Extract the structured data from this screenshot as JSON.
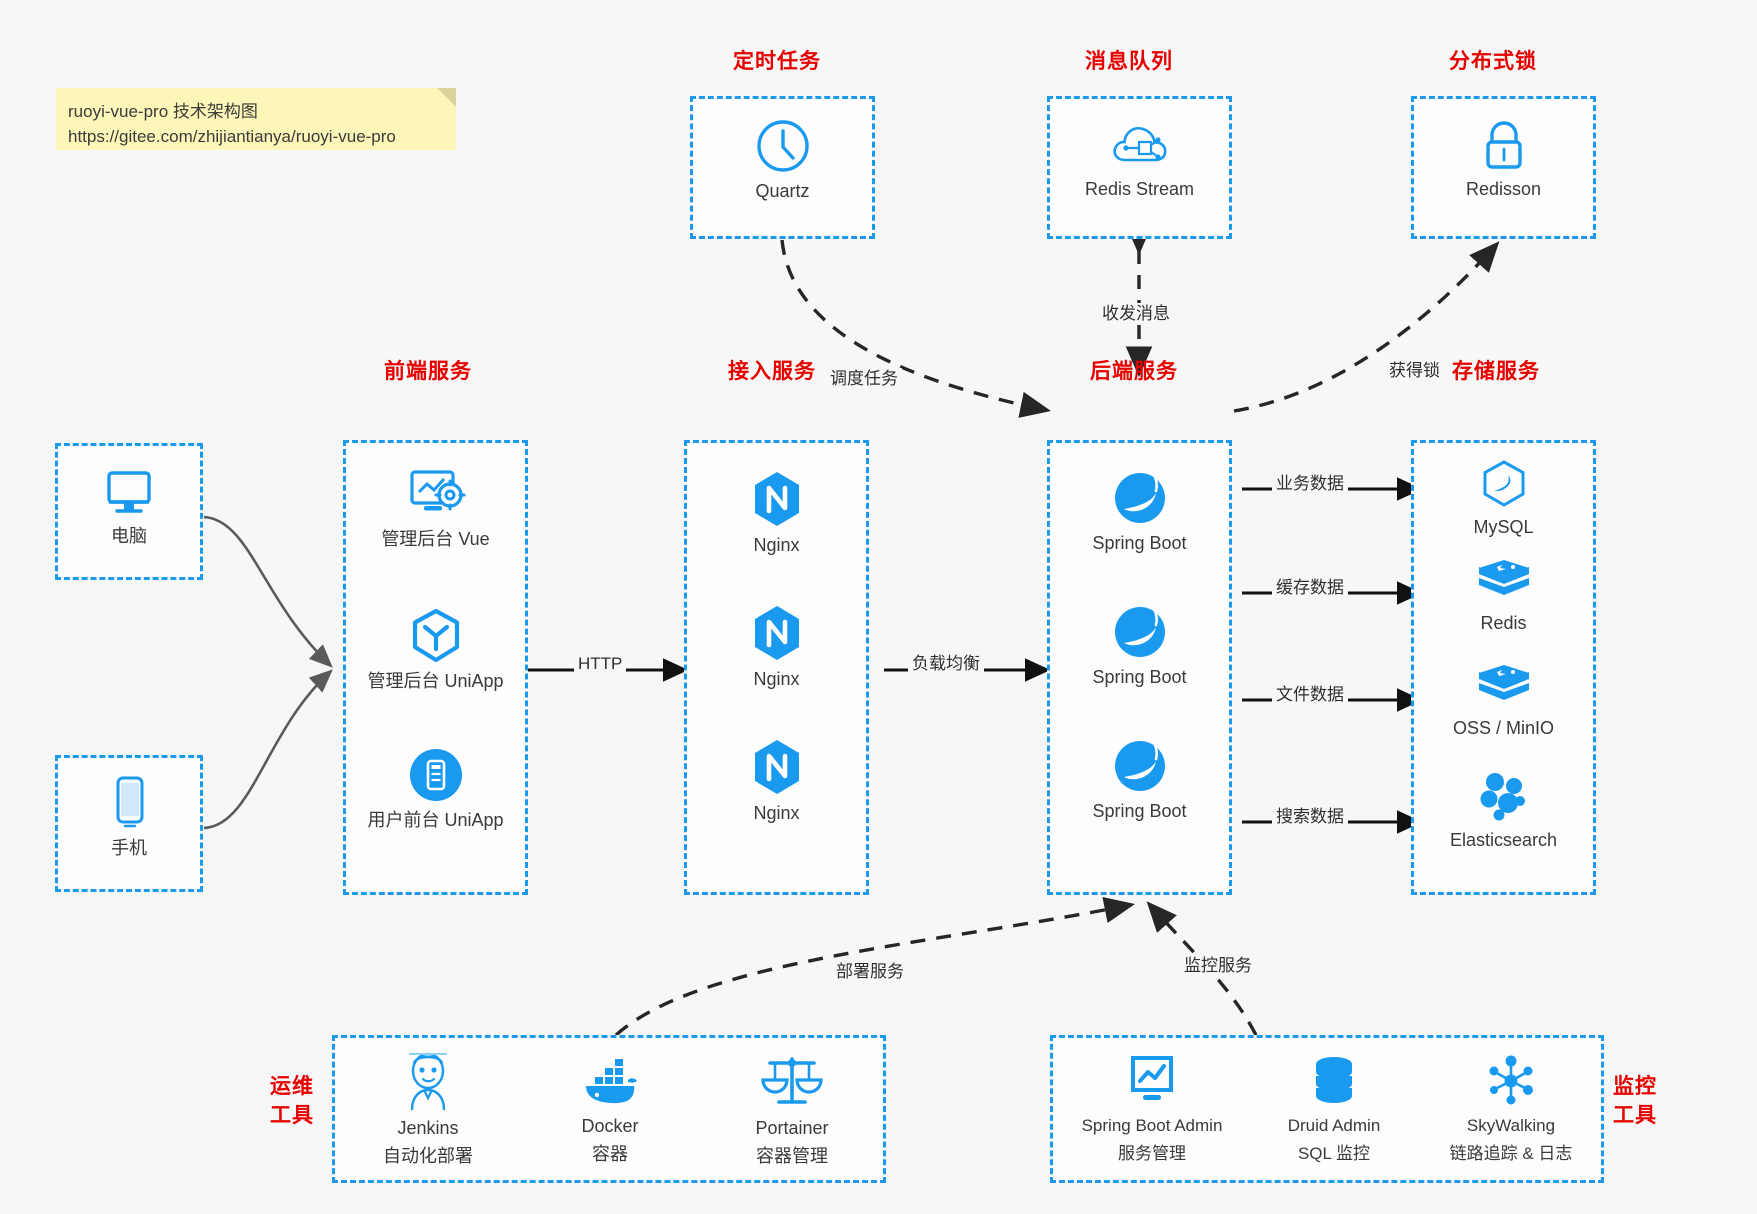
{
  "note": {
    "line1": "ruoyi-vue-pro 技术架构图",
    "line2": "https://gitee.com/zhijiantianya/ruoyi-vue-pro"
  },
  "colors": {
    "accent_blue": "#1a9aef",
    "title_red": "#e60000",
    "background": "#f7f7f7",
    "note_yellow": "#fcf6b8",
    "edge_gray": "#5a5a5a"
  },
  "groups": {
    "scheduled_task": {
      "title": "定时任务",
      "nodes": [
        {
          "label": "Quartz",
          "icon": "clock-icon"
        }
      ]
    },
    "message_queue": {
      "title": "消息队列",
      "nodes": [
        {
          "label": "Redis Stream",
          "icon": "cloud-stream-icon"
        }
      ]
    },
    "distributed_lock": {
      "title": "分布式锁",
      "nodes": [
        {
          "label": "Redisson",
          "icon": "lock-icon"
        }
      ]
    },
    "clients": {
      "nodes": [
        {
          "label": "电脑",
          "icon": "desktop-icon"
        },
        {
          "label": "手机",
          "icon": "phone-icon"
        }
      ]
    },
    "frontend": {
      "title": "前端服务",
      "nodes": [
        {
          "label": "管理后台 Vue",
          "icon": "dashboard-gear-icon"
        },
        {
          "label": "管理后台 UniApp",
          "icon": "uniapp-hexagon-icon"
        },
        {
          "label": "用户前台 UniApp",
          "icon": "mobile-app-icon"
        }
      ]
    },
    "gateway": {
      "title": "接入服务",
      "nodes": [
        {
          "label": "Nginx",
          "icon": "nginx-icon"
        },
        {
          "label": "Nginx",
          "icon": "nginx-icon"
        },
        {
          "label": "Nginx",
          "icon": "nginx-icon"
        }
      ]
    },
    "backend": {
      "title": "后端服务",
      "nodes": [
        {
          "label": "Spring Boot",
          "icon": "spring-boot-icon"
        },
        {
          "label": "Spring Boot",
          "icon": "spring-boot-icon"
        },
        {
          "label": "Spring Boot",
          "icon": "spring-boot-icon"
        }
      ]
    },
    "storage": {
      "title": "存储服务",
      "nodes": [
        {
          "label": "MySQL",
          "icon": "mysql-icon"
        },
        {
          "label": "Redis",
          "icon": "redis-icon"
        },
        {
          "label": "OSS / MinIO",
          "icon": "oss-minio-icon"
        },
        {
          "label": "Elasticsearch",
          "icon": "elasticsearch-icon"
        }
      ]
    },
    "devops": {
      "title_line1": "运维",
      "title_line2": "工具",
      "nodes": [
        {
          "label": "Jenkins",
          "sublabel": "自动化部署",
          "icon": "jenkins-icon"
        },
        {
          "label": "Docker",
          "sublabel": "容器",
          "icon": "docker-icon"
        },
        {
          "label": "Portainer",
          "sublabel": "容器管理",
          "icon": "scales-icon"
        }
      ]
    },
    "monitoring": {
      "title_line1": "监控",
      "title_line2": "工具",
      "nodes": [
        {
          "label": "Spring Boot Admin",
          "sublabel": "服务管理",
          "icon": "monitor-chart-icon"
        },
        {
          "label": "Druid Admin",
          "sublabel": "SQL 监控",
          "icon": "database-icon"
        },
        {
          "label": "SkyWalking",
          "sublabel": "链路追踪 & 日志",
          "icon": "skywalking-icon"
        }
      ]
    }
  },
  "edges": [
    {
      "label": "调度任务",
      "from": "scheduled_task",
      "to": "backend",
      "style": "dashed"
    },
    {
      "label": "收发消息",
      "from": "message_queue",
      "to": "backend",
      "style": "dashed-bidirectional"
    },
    {
      "label": "获得锁",
      "from": "backend",
      "to": "distributed_lock",
      "style": "dashed"
    },
    {
      "label": "HTTP",
      "from": "frontend",
      "to": "gateway",
      "style": "solid"
    },
    {
      "label": "负载均衡",
      "from": "gateway",
      "to": "backend",
      "style": "solid"
    },
    {
      "label": "业务数据",
      "from": "backend",
      "to": "storage",
      "style": "solid"
    },
    {
      "label": "缓存数据",
      "from": "backend",
      "to": "storage",
      "style": "solid"
    },
    {
      "label": "文件数据",
      "from": "backend",
      "to": "storage",
      "style": "solid"
    },
    {
      "label": "搜索数据",
      "from": "backend",
      "to": "storage",
      "style": "solid"
    },
    {
      "label": "部署服务",
      "from": "devops",
      "to": "backend",
      "style": "dashed"
    },
    {
      "label": "监控服务",
      "from": "monitoring",
      "to": "backend",
      "style": "dashed"
    }
  ]
}
